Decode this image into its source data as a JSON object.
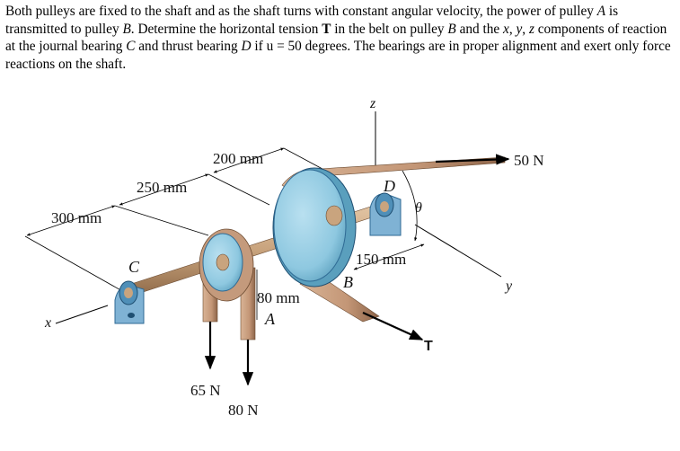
{
  "problem": {
    "t1": "Both pulleys are fixed to the shaft and as the shaft turns with constant angular velocity, the power of pulley ",
    "pulleyA": "A",
    "t2": " is transmitted to pulley ",
    "pulleyB": "B",
    "t3": ". Determine the horizontal tension ",
    "tension": "T",
    "t4": " in the belt on pulley ",
    "pulleyB2": "B",
    "t5": " and the ",
    "x": "x",
    "c1": ", ",
    "y": "y",
    "c2": ", ",
    "z": "z",
    "t6": " components of reaction at the journal bearing ",
    "bearingC": "C",
    "t7": " and thrust bearing ",
    "bearingD": "D",
    "t8": " if u = 50 degrees. The bearings are in proper alignment and exert only force reactions on the shaft."
  },
  "figure": {
    "dims": {
      "d300": "300 mm",
      "d250": "250 mm",
      "d200": "200 mm",
      "d150": "150 mm",
      "d80": "80 mm"
    },
    "forces": {
      "f50": "50 N",
      "f65": "65 N",
      "f80": "80 N",
      "fT": "T"
    },
    "labels": {
      "A": "A",
      "B": "B",
      "C": "C",
      "D": "D",
      "theta": "θ"
    },
    "axes": {
      "x": "x",
      "y": "y",
      "z": "z"
    },
    "colors": {
      "pulley": "#8ec8e0",
      "pulley_dark": "#5a9fbd",
      "belt": "#c49a7c",
      "shaft": "#c9a47e",
      "bearing": "#4f8fb8"
    }
  }
}
